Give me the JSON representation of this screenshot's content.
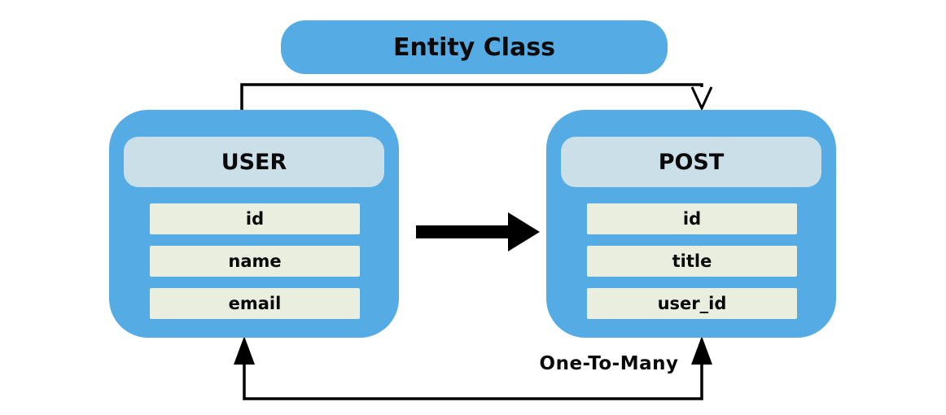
{
  "title": {
    "label": "Entity Class"
  },
  "entities": [
    {
      "name": "USER",
      "fields": [
        "id",
        "name",
        "email"
      ]
    },
    {
      "name": "POST",
      "fields": [
        "id",
        "title",
        "user_id"
      ]
    }
  ],
  "relationship": {
    "label": "One-To-Many"
  },
  "colors": {
    "card_blue": "#55ABE4",
    "header_fill": "#CBDFE9",
    "row_fill": "#E9EEDF",
    "connector": "#000000",
    "text": "#0A0A0A",
    "background": "#FFFFFF"
  }
}
